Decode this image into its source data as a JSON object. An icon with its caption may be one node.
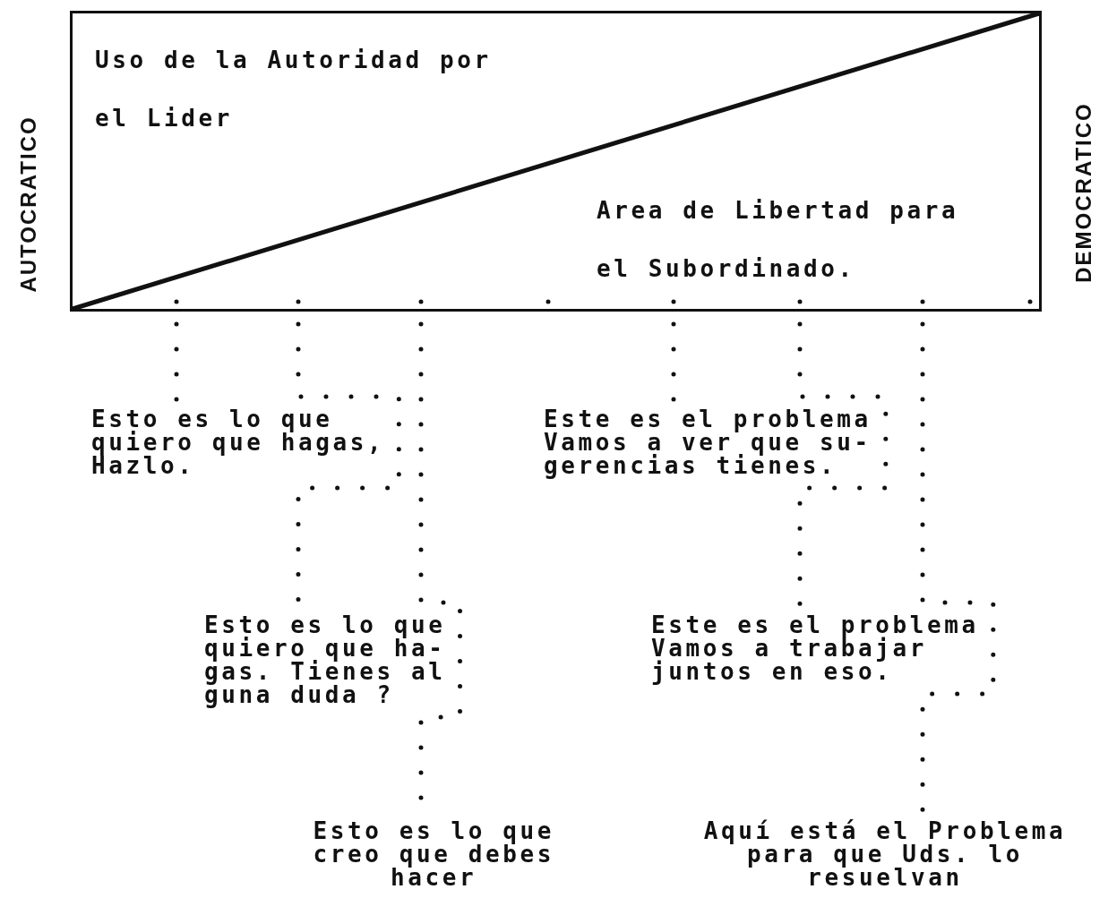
{
  "diagram": {
    "nodes": [
      {
        "text": [
          "Uso de la Autoridad por el Lider",
          "Area de Libertad para el Subordinado."
        ]
      },
      {
        "text": [
          "Esto es lo que quiero que hagas, Hazlo."
        ]
      },
      {
        "text": [
          "Esto es lo que quiero que ha- gas. Tienes al guna duda ?"
        ]
      },
      {
        "text": [
          "Esto es lo que creo que debes hacer"
        ]
      },
      {
        "text": [
          "Este es el problema Vamos a ver que su- gerencias tienes."
        ]
      },
      {
        "text": [
          "Este es el problema Vamos a trabajar juntos en eso."
        ]
      },
      {
        "text": [
          "Aquí está el Problema para que Uds. lo resuelvan"
        ]
      }
    ],
    "edges": [
      {
        "from": 0,
        "to": 1,
        "arrow": "none",
        "style": "dashed"
      },
      {
        "from": 0,
        "to": 2,
        "arrow": "none",
        "style": "dashed"
      },
      {
        "from": 0,
        "to": 3,
        "arrow": "none",
        "style": "dashed"
      },
      {
        "from": 0,
        "to": 4,
        "arrow": "none",
        "style": "dashed"
      },
      {
        "from": 0,
        "to": 5,
        "arrow": "none",
        "style": "dashed"
      },
      {
        "from": 0,
        "to": 6,
        "arrow": "none",
        "style": "dashed"
      }
    ],
    "labels": [
      "AUTOCRATICO",
      "DEMOCRATICO"
    ]
  }
}
